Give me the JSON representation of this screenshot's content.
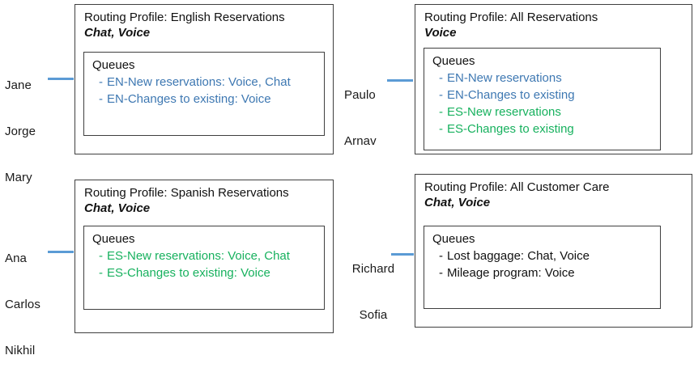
{
  "diagram": {
    "type": "routing-profile-assignment",
    "colors": {
      "queue_blue": "#3e78b2",
      "queue_green": "#17b15e",
      "queue_black": "#111111",
      "connector_blue": "#5b9bd5",
      "box_border": "#3f3f3f",
      "background": "#ffffff"
    },
    "queues_heading": "Queues"
  },
  "panels": [
    {
      "id": "english-reservations",
      "agents": [
        "Jane",
        "Jorge",
        "Mary"
      ],
      "title": "Routing Profile: English Reservations",
      "channels": "Chat, Voice",
      "queues_heading": "Queues",
      "queues": [
        {
          "label": "EN-New reservations: Voice, Chat",
          "color": "blue"
        },
        {
          "label": "EN-Changes to existing: Voice",
          "color": "blue"
        }
      ]
    },
    {
      "id": "all-reservations",
      "agents": [
        "Paulo",
        "Arnav"
      ],
      "title": "Routing Profile: All Reservations",
      "channels": "Voice",
      "queues_heading": "Queues",
      "queues": [
        {
          "label": "EN-New reservations",
          "color": "blue"
        },
        {
          "label": "EN-Changes to existing",
          "color": "blue"
        },
        {
          "label": "ES-New reservations",
          "color": "green"
        },
        {
          "label": "ES-Changes to existing",
          "color": "green"
        }
      ]
    },
    {
      "id": "spanish-reservations",
      "agents": [
        "Ana",
        "Carlos",
        "Nikhil"
      ],
      "title": "Routing Profile: Spanish Reservations",
      "channels": "Chat, Voice",
      "queues_heading": "Queues",
      "queues": [
        {
          "label": "ES-New reservations: Voice, Chat",
          "color": "green"
        },
        {
          "label": "ES-Changes to existing: Voice",
          "color": "green"
        }
      ]
    },
    {
      "id": "all-customer-care",
      "agents": [
        "Richard",
        "Sofia"
      ],
      "title": "Routing Profile: All Customer Care",
      "channels": "Chat, Voice",
      "queues_heading": "Queues",
      "queues": [
        {
          "label": "Lost baggage: Chat, Voice",
          "color": "black"
        },
        {
          "label": "Mileage program: Voice",
          "color": "black"
        }
      ]
    }
  ]
}
